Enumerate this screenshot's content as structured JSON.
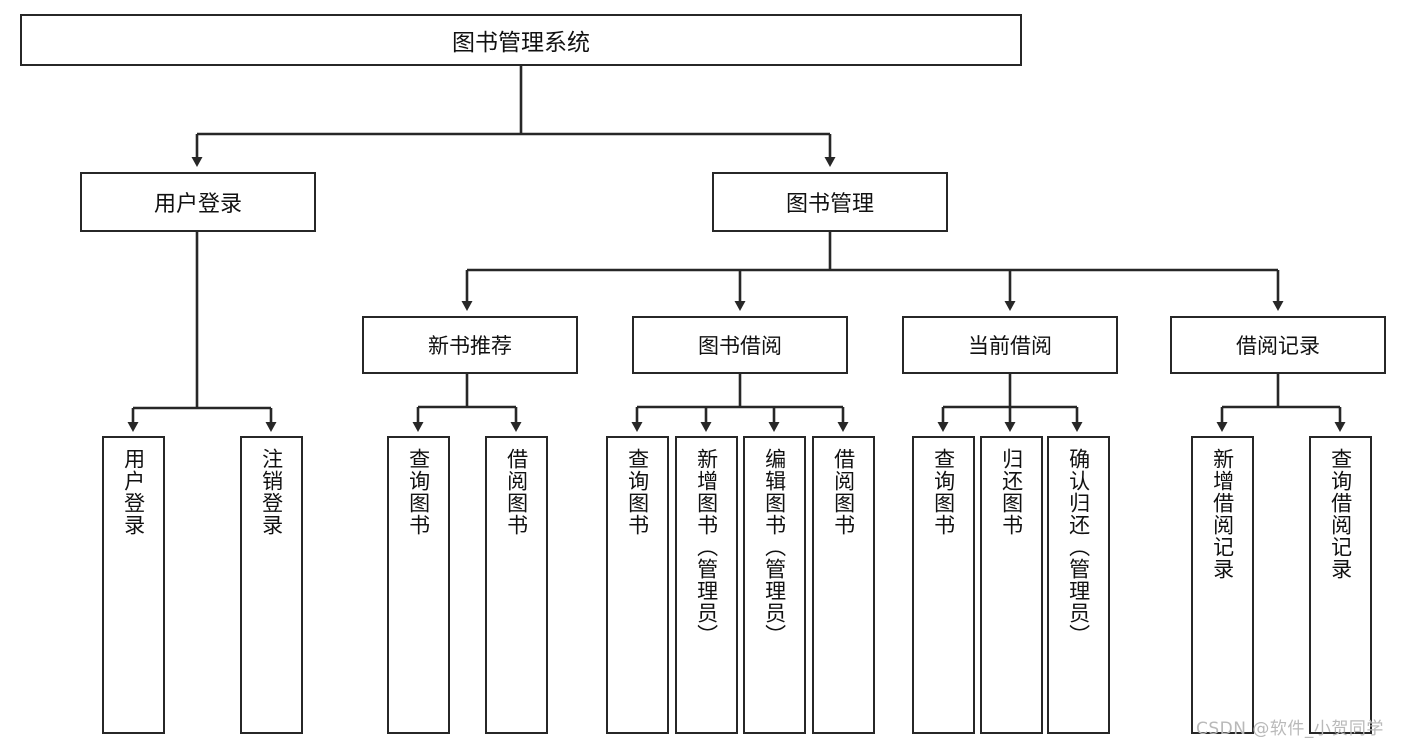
{
  "diagram": {
    "title": "图书管理系统",
    "type": "tree-hierarchy-chart",
    "orientation": "top-down",
    "colors": {
      "stroke": "#272727",
      "fill": "#ffffff",
      "text": "#111111",
      "watermark": "#b9b9b9"
    },
    "root": {
      "label": "图书管理系统"
    },
    "level1": [
      {
        "id": "user-login",
        "label": "用户登录"
      },
      {
        "id": "book-management",
        "label": "图书管理"
      }
    ],
    "level2": [
      {
        "id": "new-book-recommend",
        "label": "新书推荐",
        "parent": "book-management"
      },
      {
        "id": "book-borrow",
        "label": "图书借阅",
        "parent": "book-management"
      },
      {
        "id": "current-borrow",
        "label": "当前借阅",
        "parent": "book-management"
      },
      {
        "id": "borrow-record",
        "label": "借阅记录",
        "parent": "book-management"
      }
    ],
    "leaves": [
      {
        "id": "leaf-user-login",
        "label": "用户登录",
        "parent": "user-login"
      },
      {
        "id": "leaf-logout-login",
        "label": "注销登录",
        "parent": "user-login"
      },
      {
        "id": "leaf-query-book-1",
        "label": "查询图书",
        "parent": "new-book-recommend"
      },
      {
        "id": "leaf-borrow-book-1",
        "label": "借阅图书",
        "parent": "new-book-recommend"
      },
      {
        "id": "leaf-query-book-2",
        "label": "查询图书",
        "parent": "book-borrow"
      },
      {
        "id": "leaf-add-book",
        "label": "新增图书（管理员）",
        "parent": "book-borrow"
      },
      {
        "id": "leaf-edit-book",
        "label": "编辑图书（管理员）",
        "parent": "book-borrow"
      },
      {
        "id": "leaf-borrow-book-2",
        "label": "借阅图书",
        "parent": "book-borrow"
      },
      {
        "id": "leaf-query-book-3",
        "label": "查询图书",
        "parent": "current-borrow"
      },
      {
        "id": "leaf-return-book",
        "label": "归还图书",
        "parent": "current-borrow"
      },
      {
        "id": "leaf-confirm-return",
        "label": "确认归还（管理员）",
        "parent": "current-borrow"
      },
      {
        "id": "leaf-add-record",
        "label": "新增借阅记录",
        "parent": "borrow-record"
      },
      {
        "id": "leaf-query-record",
        "label": "查询借阅记录",
        "parent": "borrow-record"
      }
    ],
    "watermark": "CSDN @软件_小贺同学"
  }
}
